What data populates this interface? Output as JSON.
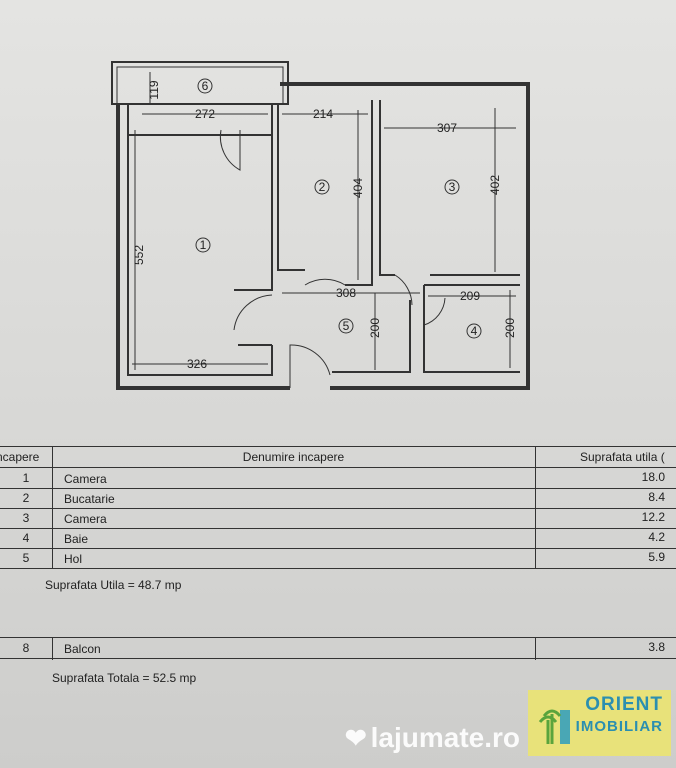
{
  "plan": {
    "rooms": [
      "1",
      "2",
      "3",
      "4",
      "5",
      "6"
    ],
    "dims": {
      "balcony_h": "119",
      "balcony_w": "272",
      "r1_h": "552",
      "r1_w": "326",
      "r2_w": "214",
      "r2_h": "404",
      "r3_w": "307",
      "r3_h": "402",
      "hall_w": "308",
      "hall_h": "200",
      "r4_w": "209",
      "r4_h": "200"
    }
  },
  "table": {
    "headers": [
      "Incapere",
      "Denumire incapere",
      "Suprafata utila ("
    ],
    "rows": [
      {
        "nr": "1",
        "name": "Camera",
        "area": "18.0"
      },
      {
        "nr": "2",
        "name": "Bucatarie",
        "area": "8.4"
      },
      {
        "nr": "3",
        "name": "Camera",
        "area": "12.2"
      },
      {
        "nr": "4",
        "name": "Baie",
        "area": "4.2"
      },
      {
        "nr": "5",
        "name": "Hol",
        "area": "5.9"
      }
    ],
    "summary_utila": "Suprafata Utila  = 48.7 mp",
    "balcony_row": {
      "nr": "8",
      "name": "Balcon",
      "area": "3.8"
    },
    "summary_totala": "Suprafata Totala  = 52.5 mp"
  },
  "logo": {
    "line1": "ORIENT",
    "line2": "IMOBILIAR"
  },
  "watermark": "lajumate.ro"
}
